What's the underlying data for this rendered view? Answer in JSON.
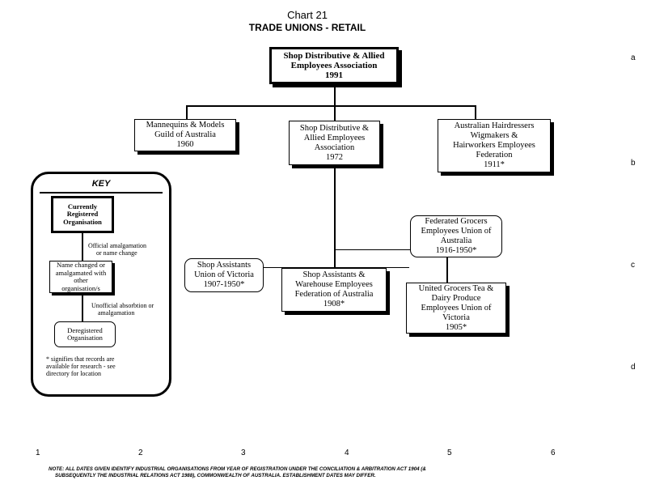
{
  "header": {
    "title": "Chart 21",
    "subtitle": "TRADE UNIONS - RETAIL"
  },
  "nodes": {
    "sdaea_1991": [
      "Shop Distributive & Allied",
      "Employees Association",
      "1991"
    ],
    "mannequins": [
      "Mannequins & Models",
      "Guild of Australia",
      "1960"
    ],
    "sdaea_1972": [
      "Shop Distributive &",
      "Allied Employees",
      "Association",
      "1972"
    ],
    "hairdressers": [
      "Australian Hairdressers",
      "Wigmakers &",
      "Hairworkers Employees",
      "Federation",
      "1911*"
    ],
    "federated_grocers": [
      "Federated Grocers",
      "Employees Union of",
      "Australia",
      "1916-1950*"
    ],
    "shop_assistants_vic": [
      "Shop Assistants",
      "Union of Victoria",
      "1907-1950*"
    ],
    "shop_assistants_fed": [
      "Shop Assistants &",
      "Warehouse Employees",
      "Federation of Australia",
      "1908*"
    ],
    "united_grocers": [
      "United Grocers Tea &",
      "Dairy Produce",
      "Employees Union of",
      "Victoria",
      "1905*"
    ]
  },
  "key": {
    "title": "KEY",
    "current": [
      "Currently",
      "Registered",
      "Organisation"
    ],
    "official_label": [
      "Official amalgamation",
      "or name change"
    ],
    "changed": [
      "Name changed or",
      "amalgamated with",
      "other",
      "organisation/s"
    ],
    "unofficial_label": [
      "Unofficial absorbtion or",
      "amalgamation"
    ],
    "deregistered": [
      "Deregistered",
      "Organisation"
    ],
    "asterisk_note": [
      "* signifies that records are",
      "available for research - see",
      "directory for location"
    ]
  },
  "grid": {
    "rows": [
      "a",
      "b",
      "c",
      "d"
    ],
    "cols": [
      "1",
      "2",
      "3",
      "4",
      "5",
      "6"
    ]
  },
  "footnote": [
    "NOTE: ALL DATES GIVEN IDENTIFY INDUSTRIAL ORGANISATIONS FROM YEAR OF REGISTRATION UNDER THE CONCILIATION & ARBITRATION ACT 1904 (&",
    "SUBSEQUENTLY THE INDUSTRIAL RELATIONS ACT 1988), COMMONWEALTH OF AUSTRALIA. ESTABLISHMENT DATES MAY DIFFER."
  ]
}
